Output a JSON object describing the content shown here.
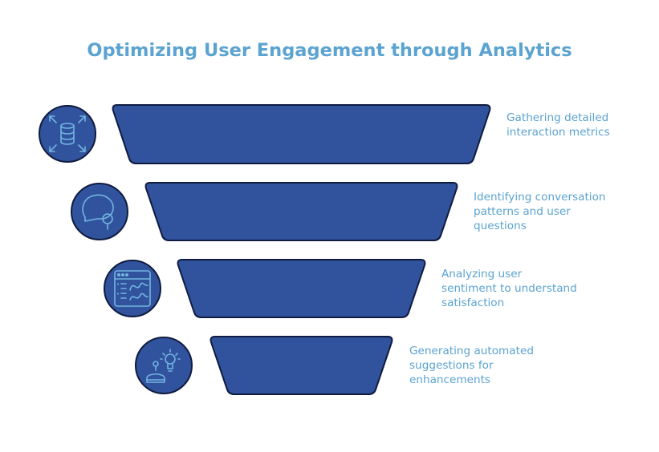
{
  "title": "Optimizing User Engagement through Analytics",
  "colors": {
    "title": "#5BA3D0",
    "band_fill": "#31539D",
    "band_stroke": "#101C3F",
    "icon_line": "#72B4E0",
    "label": "#5BA3D0"
  },
  "stages": [
    {
      "icon": "database-expand-icon",
      "lines": [
        "Gathering detailed",
        "interaction metrics"
      ]
    },
    {
      "icon": "chat-bubble-search-icon",
      "lines": [
        "Identifying conversation",
        "patterns and user",
        "questions"
      ]
    },
    {
      "icon": "sentiment-dashboard-icon",
      "lines": [
        "Analyzing user",
        "sentiment to understand",
        "satisfaction"
      ]
    },
    {
      "icon": "robot-lightbulb-icon",
      "lines": [
        "Generating automated",
        "suggestions for",
        "enhancements"
      ]
    }
  ]
}
